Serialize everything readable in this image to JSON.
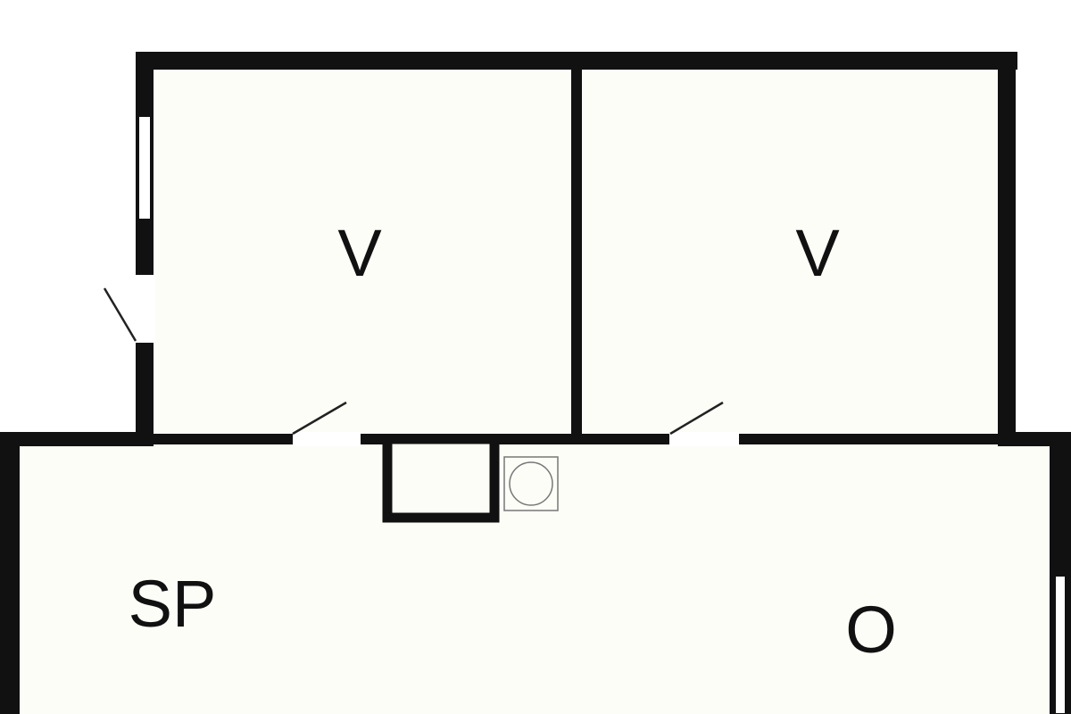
{
  "rooms": [
    {
      "id": "bedroom-left",
      "label": "V"
    },
    {
      "id": "bedroom-right",
      "label": "V"
    },
    {
      "id": "dining",
      "label": "SP"
    },
    {
      "id": "living",
      "label": "O"
    }
  ],
  "colors": {
    "wall": "#111111",
    "floor": "#fdfdf7",
    "opening": "#ffffff",
    "fixture_stroke": "#777777"
  },
  "icons": {
    "stove": "stove-icon"
  }
}
